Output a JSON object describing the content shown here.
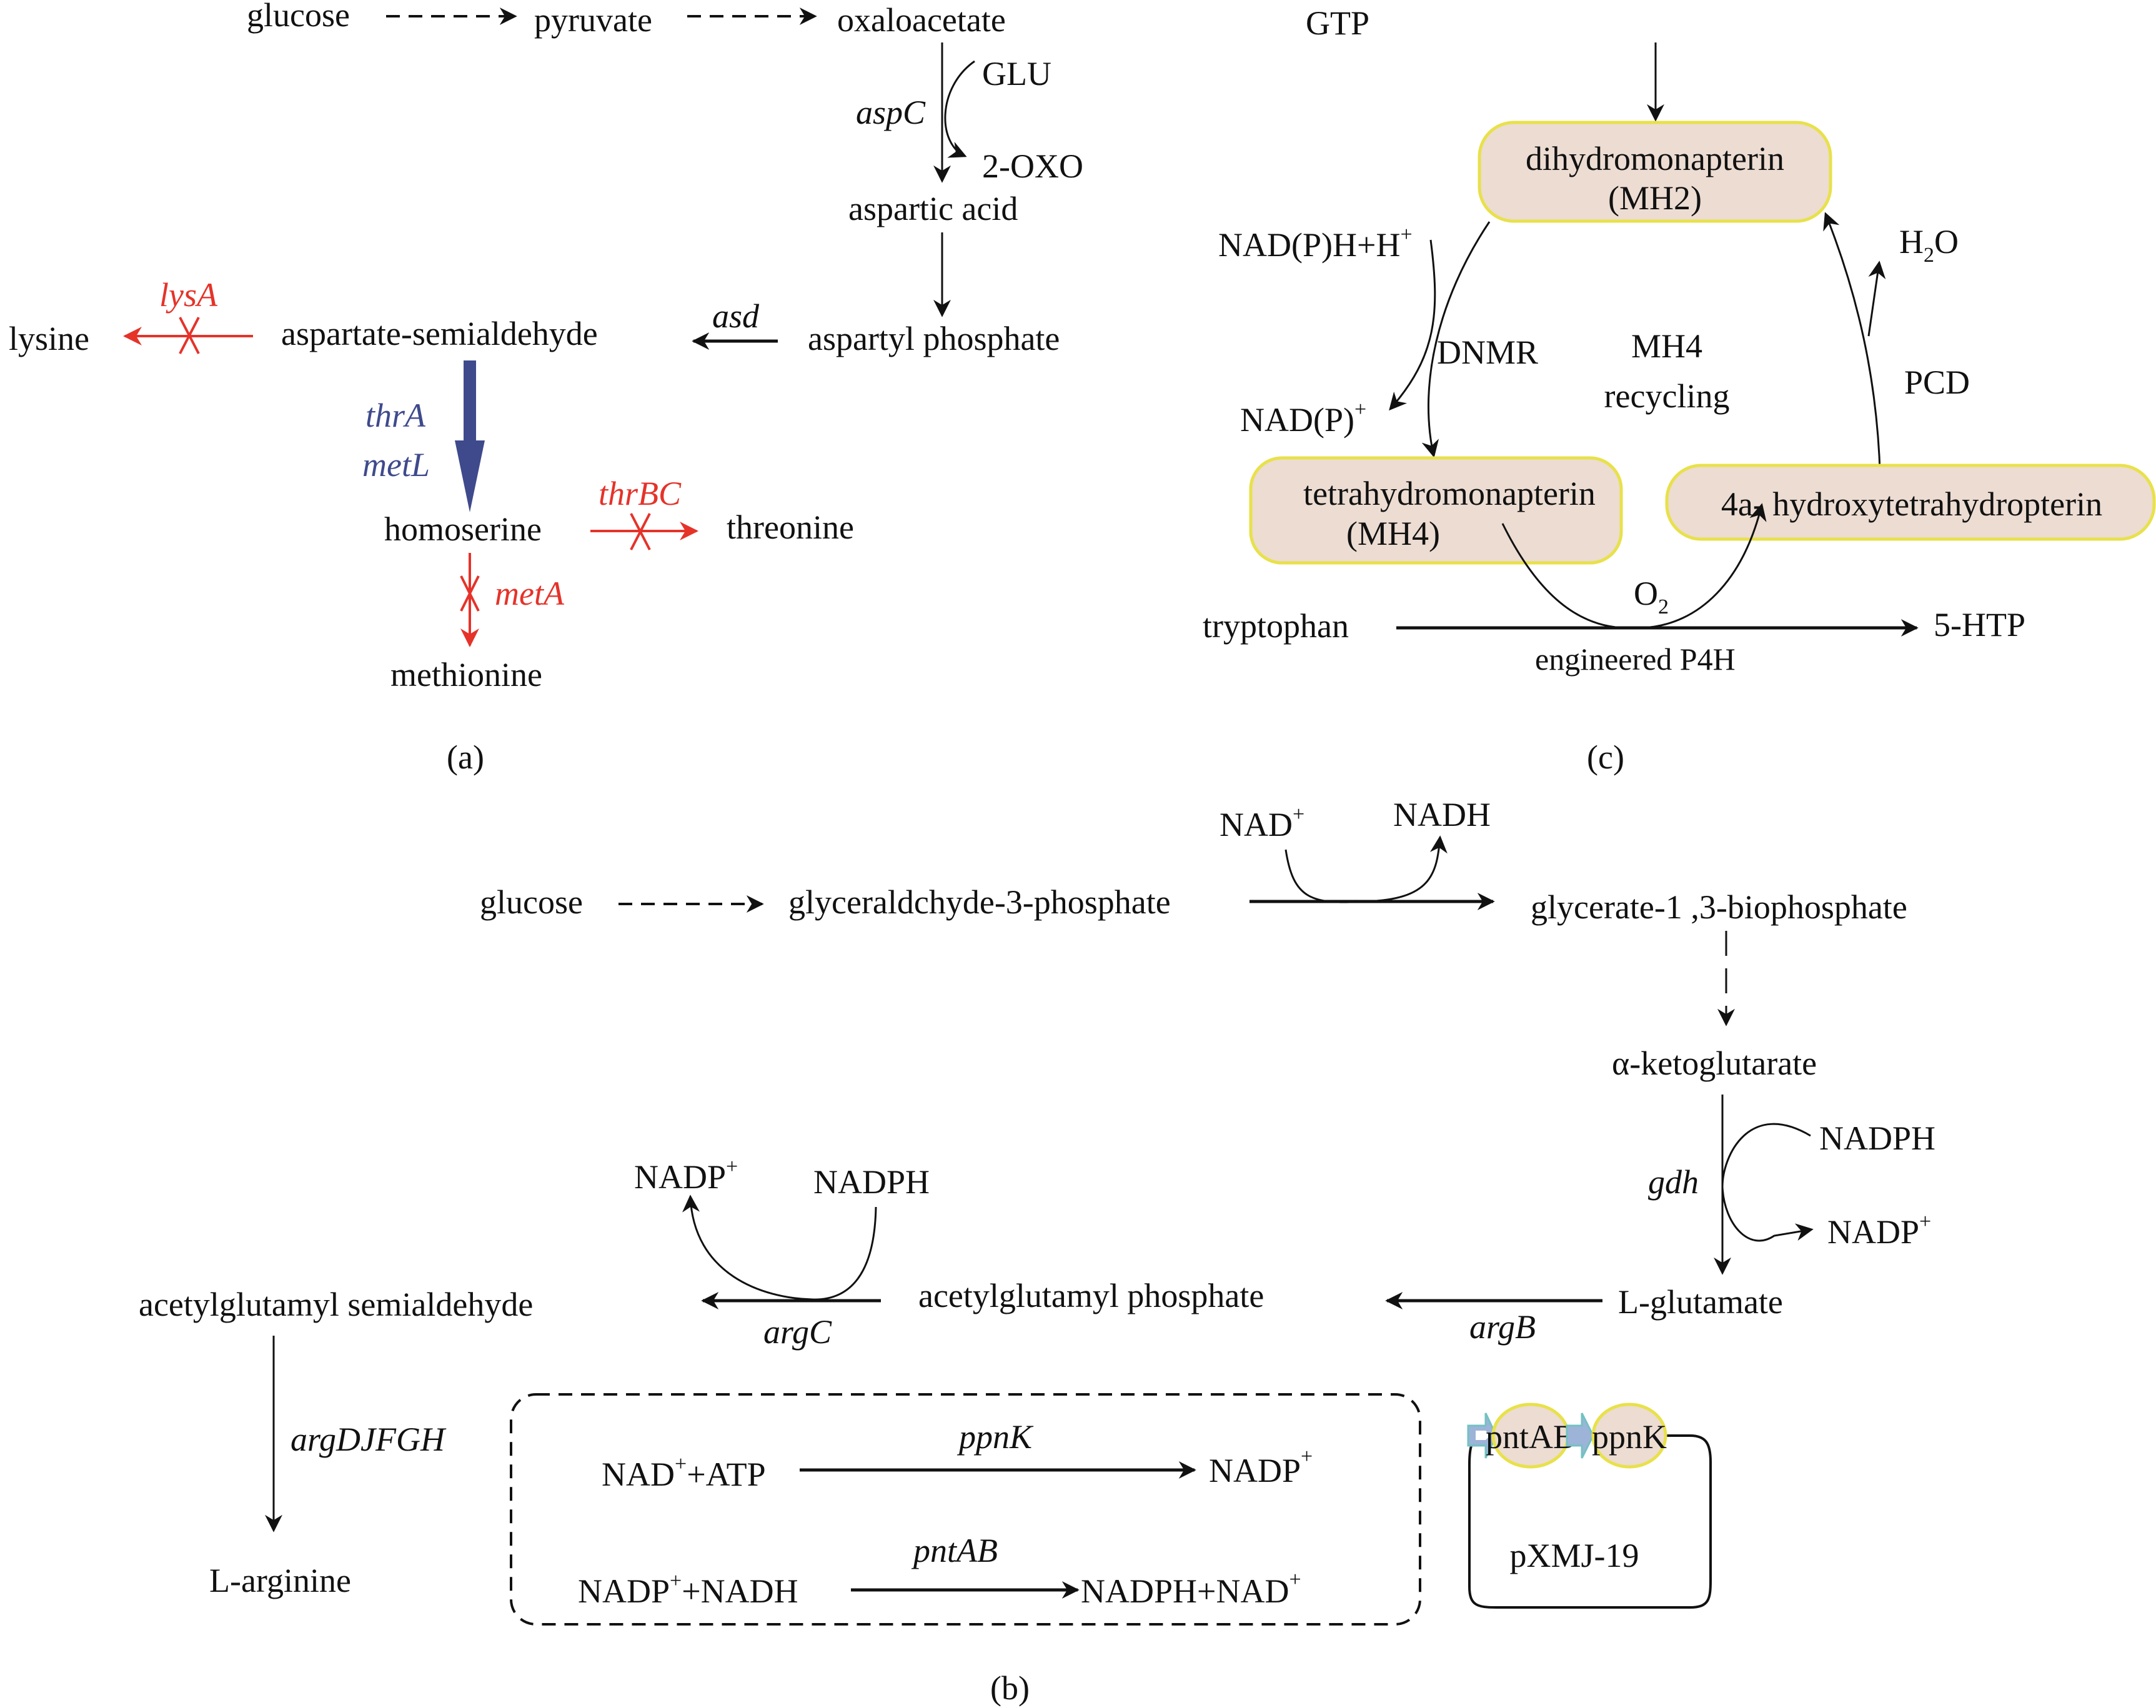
{
  "panel_a": {
    "label": "(a)",
    "nodes": {
      "glucose": "glucose",
      "pyruvate": "pyruvate",
      "oxaloacetate": "oxaloacetate",
      "glu": "GLU",
      "oxo": "2-OXO",
      "aspartic_acid": "aspartic acid",
      "aspartyl_phosphate": "aspartyl phosphate",
      "aspartate_semialdehyde": "aspartate-semialdehyde",
      "lysine": "lysine",
      "homoserine": "homoserine",
      "threonine": "threonine",
      "methionine": "methionine"
    },
    "enzymes": {
      "aspC": "aspC",
      "asd": "asd",
      "lysA": "lysA",
      "thrA": "thrA",
      "metL": "metL",
      "thrBC": "thrBC",
      "metA": "metA"
    },
    "colors": {
      "knockout": "#e5332a",
      "overexpressed": "#3f4a8c"
    }
  },
  "panel_c": {
    "label": "(c)",
    "nodes": {
      "gtp": "GTP",
      "mh2_line1": "dihydromonapterin",
      "mh2_line2": "(MH2)",
      "mh4_line1": "tetrahydromonapterin",
      "mh4_line2": "(MH4)",
      "hydroxy": "4a- hydroxytetrahydropterin",
      "nadph_h": "NAD(P)H+H",
      "nadp": "NAD(P)",
      "h2o_h": "H",
      "h2o_sub": "2",
      "h2o_o": "O",
      "o2": "O",
      "o2_sub": "2",
      "tryptophan": "tryptophan",
      "htp": "5-HTP",
      "cycle_line1": "MH4",
      "cycle_line2": "recycling"
    },
    "enzymes": {
      "dnmr": "DNMR",
      "pcd": "PCD",
      "p4h": "engineered P4H"
    },
    "plus": "+",
    "box_fill": "#ecdcd2",
    "box_stroke": "#e8e14a"
  },
  "panel_b": {
    "label": "(b)",
    "nodes": {
      "glucose": "glucose",
      "g3p": "glyceraldchyde-3-phosphate",
      "nad": "NAD",
      "nadh": "NADH",
      "g13bp": "glycerate-1 ,3-biophosphate",
      "akg": "α-ketoglutarate",
      "nadph_gdh": "NADPH",
      "nadp_gdh": "NADP",
      "lglutamate": "L-glutamate",
      "agp": "acetylglutamyl phosphate",
      "nadp_argc": "NADP",
      "nadph_argc": "NADPH",
      "ags": "acetylglutamyl semialdehyde",
      "larginine": "L-arginine"
    },
    "enzymes": {
      "gdh": "gdh",
      "argB": "argB",
      "argC": "argC",
      "argDJFGH": "argDJFGH"
    },
    "box": {
      "r1_left": "NAD",
      "r1_left_tail": "+ATP",
      "r1_enzyme": "ppnK",
      "r1_right": "NADP",
      "r2_left": "NADP",
      "r2_left_tail": "+NADH",
      "r2_enzyme": "pntAB",
      "r2_right": "NADPH+NAD"
    },
    "plasmid": {
      "name": "pXMJ-19",
      "gene1": "pntAB",
      "gene2": "ppnK",
      "promoter_color": "#9db3d8"
    },
    "plus": "+"
  }
}
